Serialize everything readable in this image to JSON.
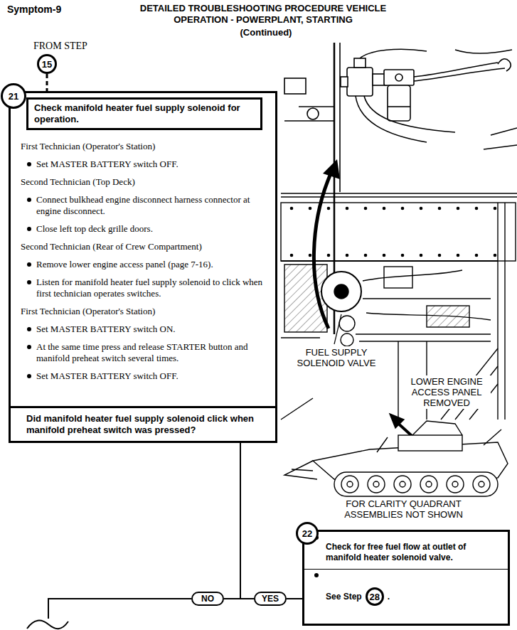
{
  "diagram": {
    "title": "DETAILED TROUBLESHOOTING PROCEDURE VEHICLE OPERATION - POWERPLANT, STARTING",
    "nodes": [
      {
        "text": [
          "FROM STEP",
          "15"
        ]
      },
      {
        "text": [
          "First Technician (Operator's Station)",
          "Set MASTER BATTERY switch OFF.",
          "Second Technician (Top Deck)",
          "Connect bulkhead engine disconnect harness connector at engine disconnect.",
          "Close left top deck grille doors.",
          "Second Technician (Rear of Crew Compartment)",
          "Remove lower engine access panel (page 7-16).",
          "Listen for manifold heater fuel supply solenoid to click when first technician operates switches.",
          "First Technician (Operator's Station)",
          "Set MASTER BATTERY switch ON.",
          "At the same time press and release STARTER button and manifold preheat switch several times.",
          "Set MASTER BATTERY switch OFF."
        ]
      },
      {
        "text": [
          "21"
        ],
        "in": 1
      },
      {
        "text": [
          "Check manifold heater fuel supply solenoid for operation."
        ],
        "in": 1
      },
      {
        "text": [
          "Did manifold heater fuel supply solenoid click when manifold preheat switch was pressed?"
        ],
        "in": 1
      },
      {
        "text": [
          "NO"
        ]
      },
      {
        "text": [
          "YES"
        ]
      },
      {
        "text": [
          "Check for free fuel flow at outlet of manifold heater solenoid valve.",
          "See Step",
          "."
        ]
      },
      {
        "text": [
          "22"
        ],
        "in": 7
      },
      {
        "text": [
          "28"
        ],
        "in": 7
      }
    ],
    "edges": [
      {
        "from": 0,
        "to": 1,
        "arrow": "none"
      },
      {
        "from": 4,
        "to": 5,
        "arrow": "none"
      },
      {
        "from": 4,
        "to": 6,
        "arrow": "none"
      },
      {
        "from": 6,
        "to": 7,
        "arrow": "none"
      }
    ],
    "labels": [
      "Symptom-9",
      "(Continued)",
      "FUEL SUPPLY SOLENOID VALVE",
      "LOWER ENGINE ACCESS PANEL REMOVED",
      "FOR CLARITY QUADRANT ASSEMBLIES NOT SHOWN"
    ]
  }
}
